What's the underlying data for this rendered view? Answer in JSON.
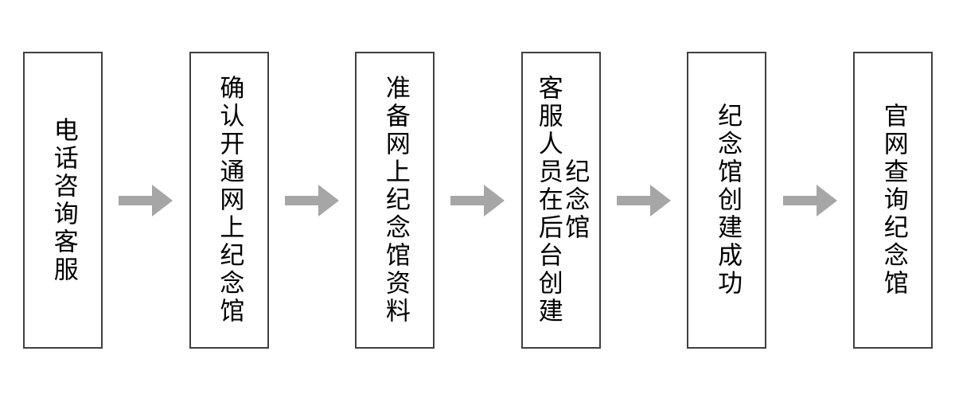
{
  "diagram": {
    "type": "flowchart",
    "orientation": "horizontal-left-to-right",
    "background_color": "#ffffff",
    "node_border_color": "#404040",
    "node_fill_color": "#ffffff",
    "arrow_color": "#a6a6a6",
    "text_color": "#000000",
    "text_direction": "vertical",
    "nodes": [
      {
        "id": "step-1",
        "label": "电话咨询客服"
      },
      {
        "id": "step-2",
        "label": "确认开通网上纪念馆"
      },
      {
        "id": "step-3",
        "label": "准备网上纪念馆资料"
      },
      {
        "id": "step-4",
        "label": "客服人员在后台创建纪念馆"
      },
      {
        "id": "step-5",
        "label": "纪念馆创建成功"
      },
      {
        "id": "step-6",
        "label": "官网查询纪念馆"
      }
    ],
    "arrows": [
      {
        "id": "arrow-1",
        "from": "step-1",
        "to": "step-2",
        "glyph": "right-arrow-icon"
      },
      {
        "id": "arrow-2",
        "from": "step-2",
        "to": "step-3",
        "glyph": "right-arrow-icon"
      },
      {
        "id": "arrow-3",
        "from": "step-3",
        "to": "step-4",
        "glyph": "right-arrow-icon"
      },
      {
        "id": "arrow-4",
        "from": "step-4",
        "to": "step-5",
        "glyph": "right-arrow-icon"
      },
      {
        "id": "arrow-5",
        "from": "step-5",
        "to": "step-6",
        "glyph": "right-arrow-icon"
      }
    ]
  }
}
